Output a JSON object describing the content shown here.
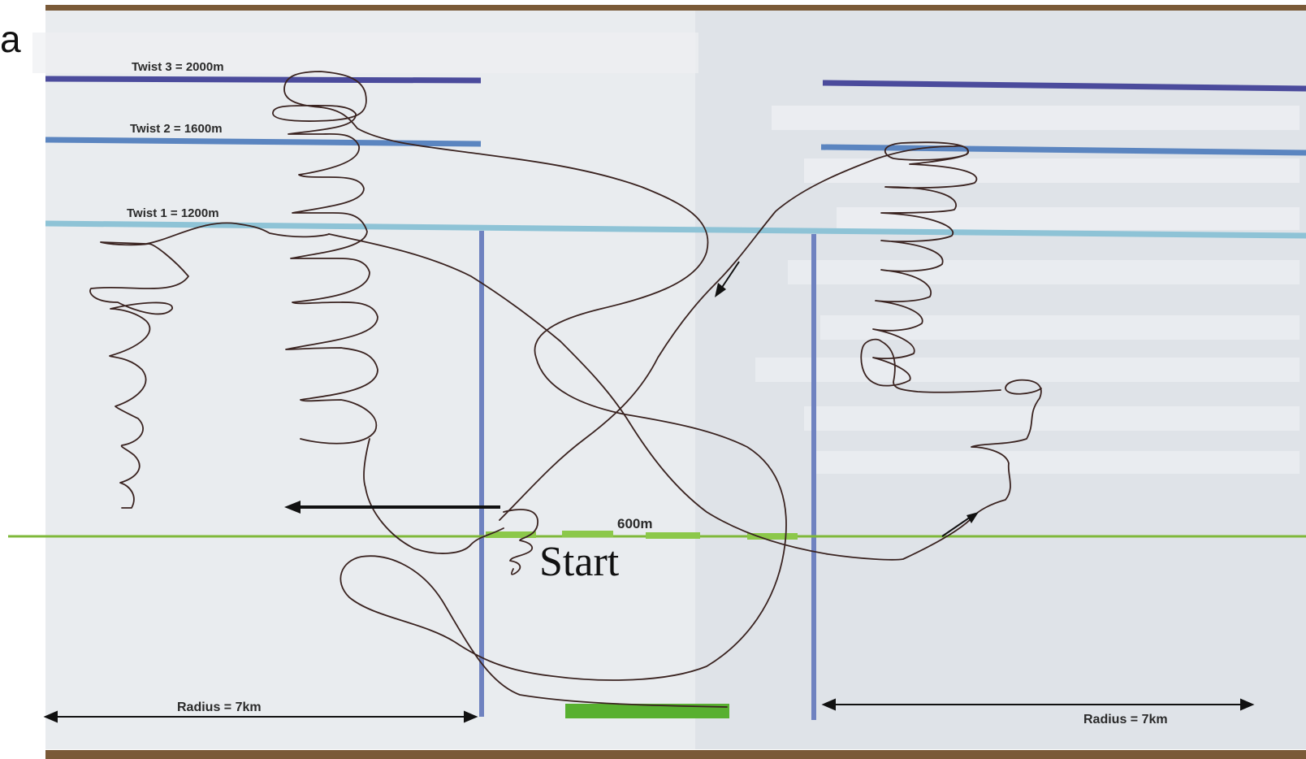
{
  "figure": {
    "panel_label": "a",
    "start_label": "Start",
    "distance_label": "600m",
    "radius_left_label": "Radius = 7km",
    "radius_right_label": "Radius = 7km",
    "twist_labels": [
      "Twist 3 = 2000m",
      "Twist 2 = 1600m",
      "Twist 1 = 1200m"
    ]
  },
  "colors": {
    "photo_frame": "#7a5a38",
    "photo_background": "#e4e8ec",
    "twist_3": "#4b4b9c",
    "twist_2": "#5b85c0",
    "twist_1": "#8ec3d6",
    "radius_boundary": "#6f82c0",
    "start_line": "#7fb83a",
    "track": "#3a2320",
    "arrow": "#111111"
  }
}
